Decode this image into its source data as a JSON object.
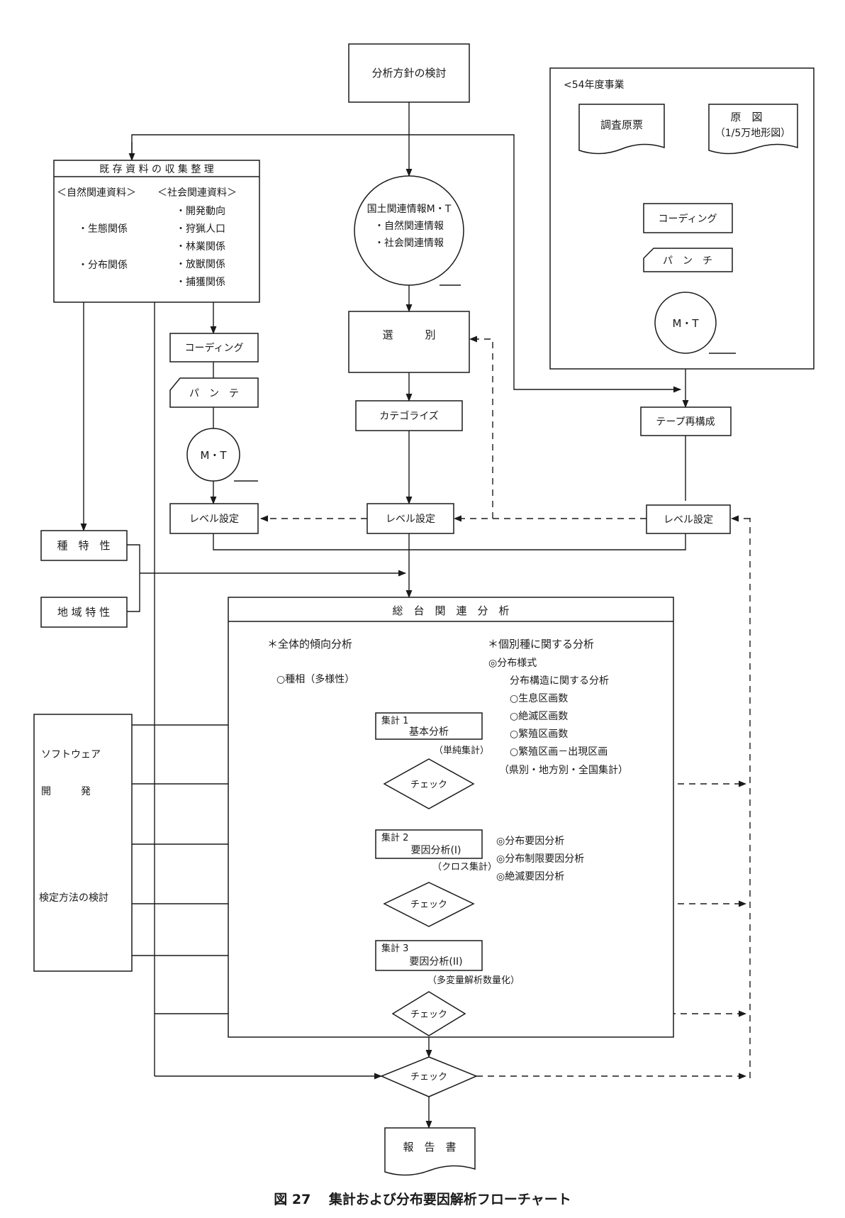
{
  "caption": "図 27　 集計および分布要因解析フローチャート",
  "nodes": {
    "policy": "分析方針の検討",
    "project54": "<54年度事業",
    "survey_sheet": "調査原票",
    "base_map_1": "原　図",
    "base_map_2": "（1/5万地形図）",
    "coding_right": "コーディング",
    "punch_right": "パ　ン　チ",
    "mt_right": "M・T",
    "tape_reconfig": "テープ再構成",
    "level_right": "レベル設定",
    "existing_title": "既 存 資 料 の 収 集 整 理",
    "natural_header": "＜自然関連資料＞",
    "social_header": "＜社会関連資料＞",
    "natural_items": [
      "・生態関係",
      "・分布関係"
    ],
    "social_items": [
      "・開発動向",
      "・狩猟人口",
      "・林業関係",
      "・放獣関係",
      "・捕獲関係"
    ],
    "coding_left": "コーディング",
    "punch_left": "パ　ン　テ",
    "mt_left": "M・T",
    "level_left": "レベル設定",
    "national_info": [
      "国土関連情報M・T",
      "・自然関連情報",
      "・社会関連情報"
    ],
    "selection": "選　　　別",
    "categorize": "カテゴライズ",
    "level_center": "レベル設定",
    "species_char": "種　特　性",
    "region_char": "地 域 特 性",
    "comprehensive_title": "総　台　関　連　分　析",
    "overall_analysis": "＊全体的傾向分析",
    "species_phase": "○種相（多様性）",
    "individual_analysis": "＊個別種に関する分析",
    "individual_items": [
      "◎分布様式",
      "分布構造に関する分析",
      "○生息区画数",
      "○絶滅区画数",
      "○繁殖区画数",
      "○繁殖区画－出現区画",
      "（県別・地方別・全国集計）"
    ],
    "agg1": [
      "集計 1",
      "基本分析"
    ],
    "agg1_note": "（単純集計）",
    "agg2": [
      "集計 2",
      "要因分析(I)"
    ],
    "agg2_note": "（クロス集計）",
    "agg2_items": [
      "◎分布要因分析",
      "◎分布制限要因分析",
      "◎絶滅要因分析"
    ],
    "agg3": [
      "集計 3",
      "要因分析(II)"
    ],
    "agg3_note": "（多変量解析数量化）",
    "check": "チェック",
    "software_1": "ソフトウェア",
    "software_2": "開　　　発",
    "test_method": "検定方法の検討",
    "report": "報　告　書"
  }
}
